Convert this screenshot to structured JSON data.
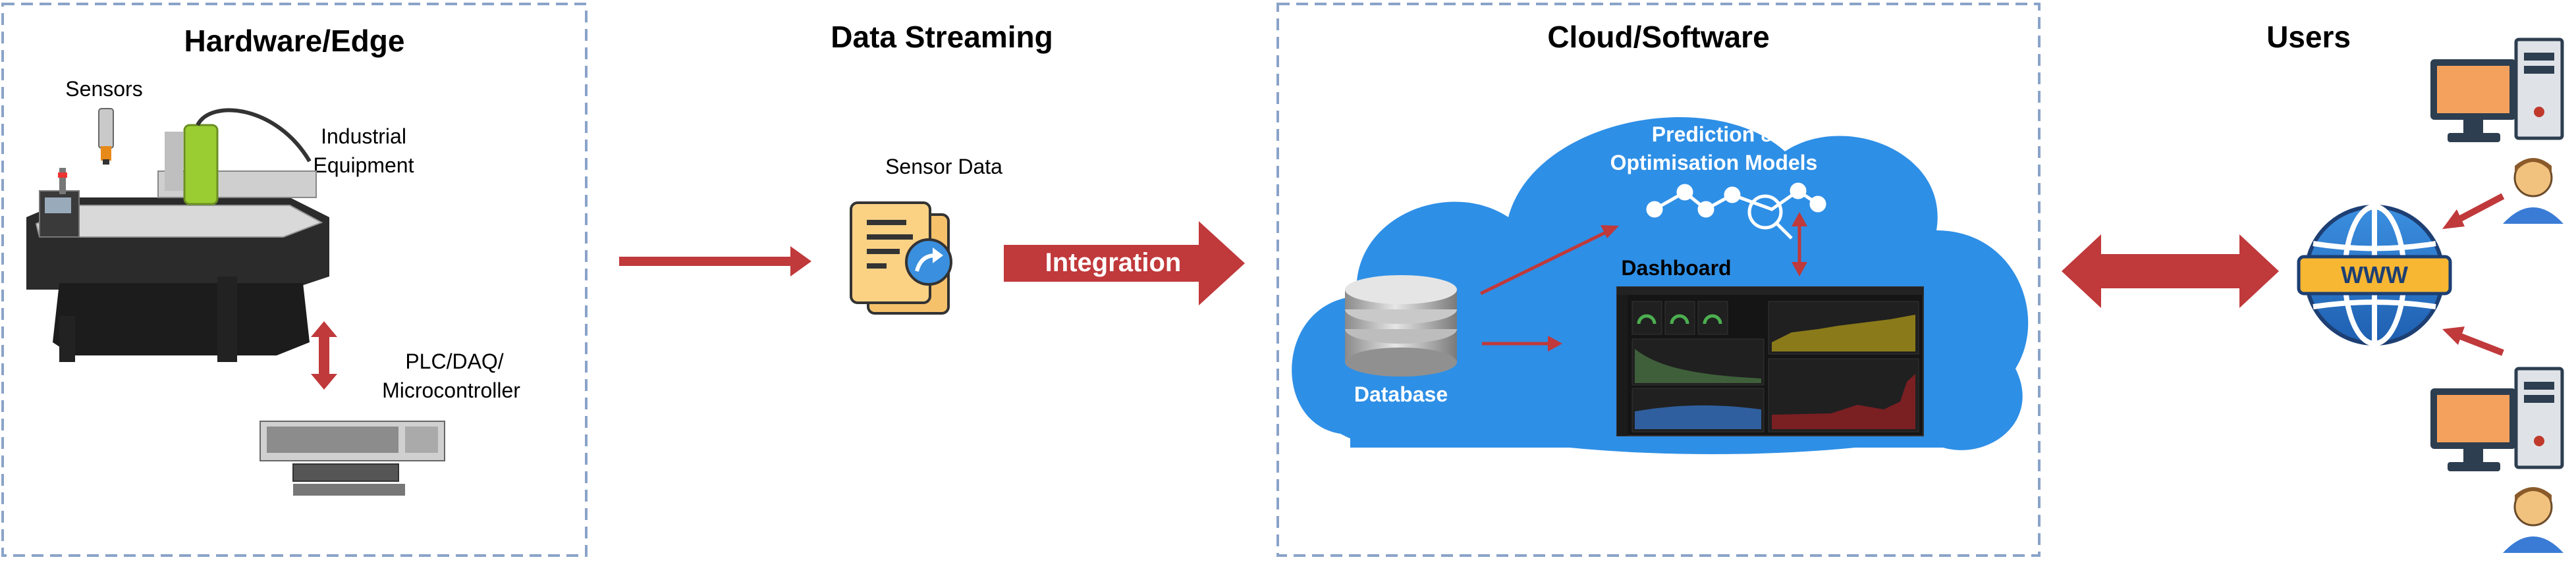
{
  "sections": {
    "hardware": {
      "title": "Hardware/Edge"
    },
    "streaming": {
      "title": "Data Streaming"
    },
    "cloud": {
      "title": "Cloud/Software"
    },
    "users": {
      "title": "Users"
    }
  },
  "labels": {
    "sensors": "Sensors",
    "industrial_equipment": [
      "Industrial",
      "Equipment"
    ],
    "plc": [
      "PLC/DAQ/",
      "Microcontroller"
    ],
    "sensor_data": "Sensor Data",
    "integration": "Integration",
    "prediction_models": [
      "Prediction &",
      "Optimisation Models"
    ],
    "dashboard": "Dashboard",
    "database": "Database",
    "www": "WWW"
  },
  "colors": {
    "box_border": "#8aa3c9",
    "arrow": "#c0393b",
    "cloud": "#2e8fe6",
    "cloud_edge": "#1f78cc"
  }
}
